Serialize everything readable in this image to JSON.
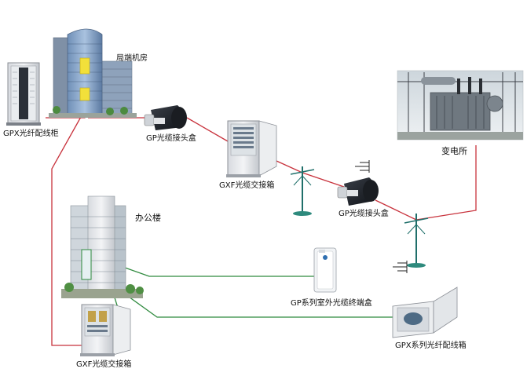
{
  "labels": {
    "central_office": "局端机房",
    "gpx_cabinet": "GPX光纤配线柜",
    "gp_joint_box_1": "GP光缆接头盒",
    "gxf_cross_box_1": "GXF光缆交接箱",
    "substation": "变电所",
    "gp_joint_box_2": "GP光缆接头盒",
    "office_building": "办公楼",
    "gp_terminal_box": "GP系列室外光缆终端盒",
    "gxf_cross_box_2": "GXF光缆交接箱",
    "gpx_distribution_box": "GPX系列光纤配线箱"
  },
  "colors": {
    "fiber_red": "#c8323c",
    "fiber_green": "#2f8a3e",
    "pole_teal": "#1f6f6a"
  }
}
